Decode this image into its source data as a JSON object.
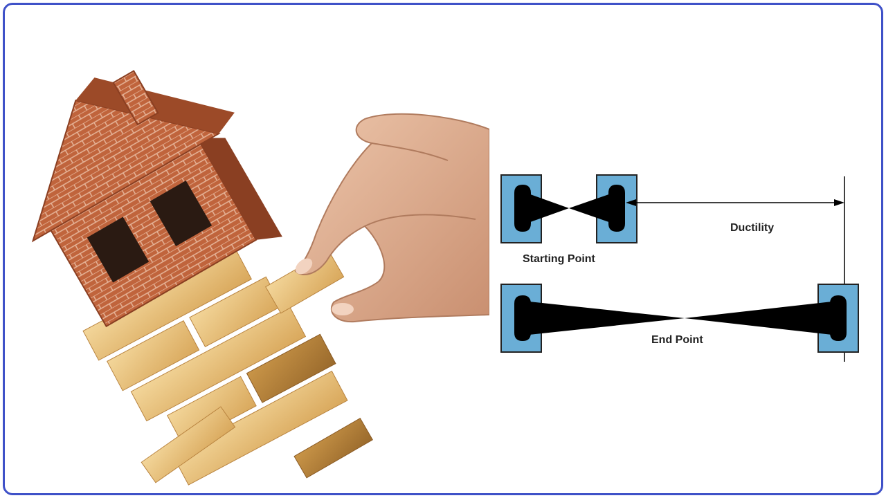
{
  "diagram": {
    "ductility_label": "Ductility",
    "starting_point_label": "Starting Point",
    "end_point_label": "End Point"
  },
  "colors": {
    "frame_border": "#3f51c8",
    "grip_fill": "#6aaed6",
    "specimen": "#000000",
    "brick": "#c0643c",
    "wood": "#e8c07a",
    "skin": "#e0b294"
  },
  "icons": {
    "illustration": "jenga-house-illustration",
    "hand": "hand-icon"
  }
}
